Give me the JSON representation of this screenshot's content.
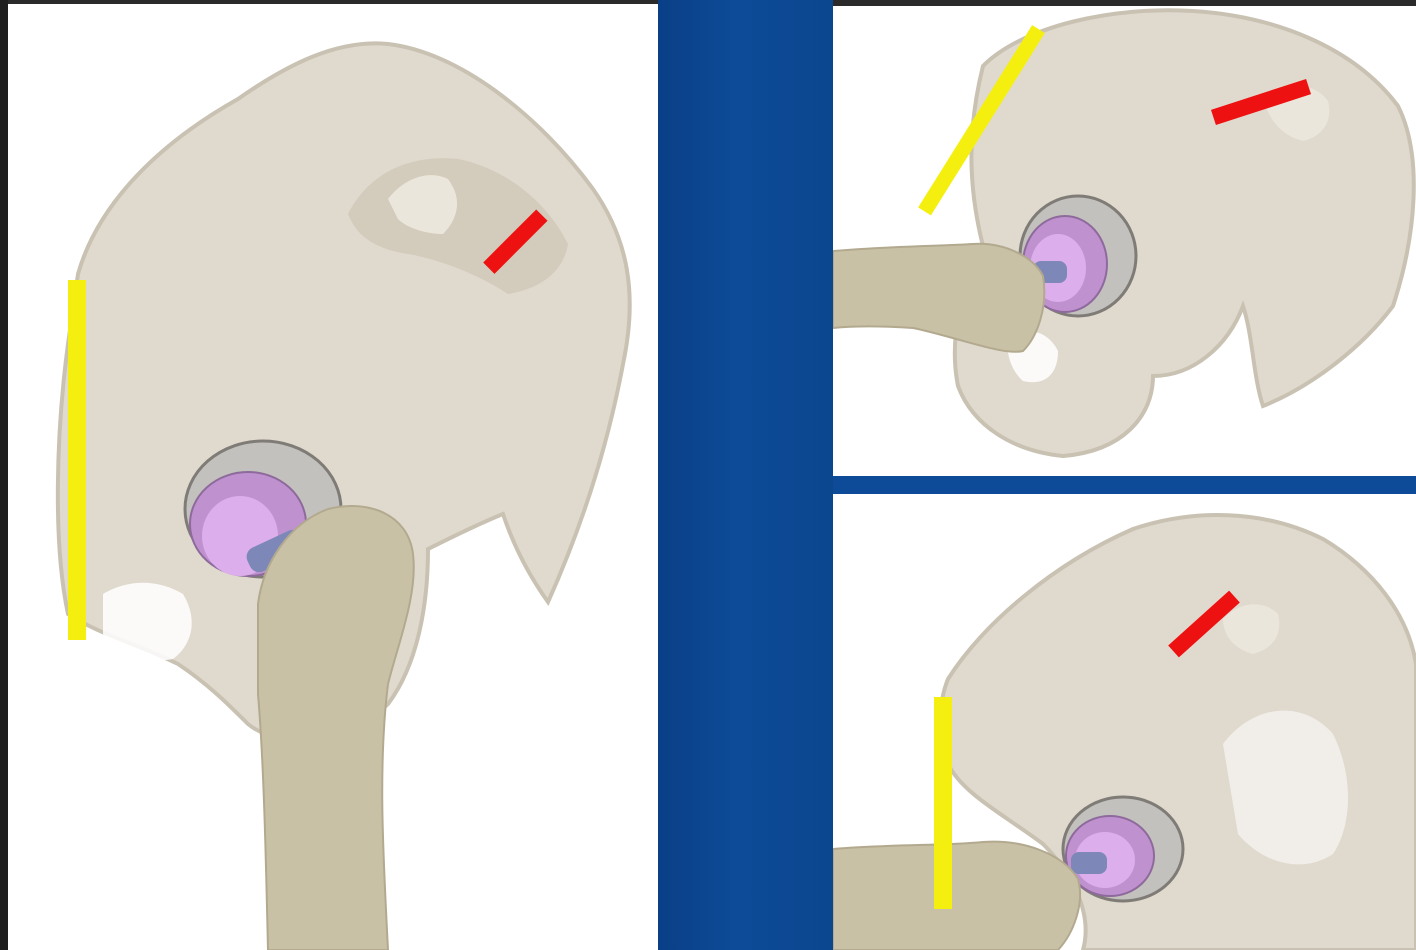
{
  "figure": {
    "panels": [
      {
        "id": "main",
        "view": "anterior"
      },
      {
        "id": "top-right",
        "view": "flexed"
      },
      {
        "id": "bottom-right",
        "view": "abducted"
      }
    ],
    "colors": {
      "background": "#ffffff",
      "divider": "#0d4b98",
      "bone_pelvis": "#d9d2c3",
      "bone_femur": "#c8c0a4",
      "shell": "#b9b7b2",
      "liner": "#c79ad6",
      "head": "#d9a8e8",
      "neck": "#7c86b5",
      "marker_vertical": "#f4ef0e",
      "marker_short": "#ee1111"
    }
  }
}
